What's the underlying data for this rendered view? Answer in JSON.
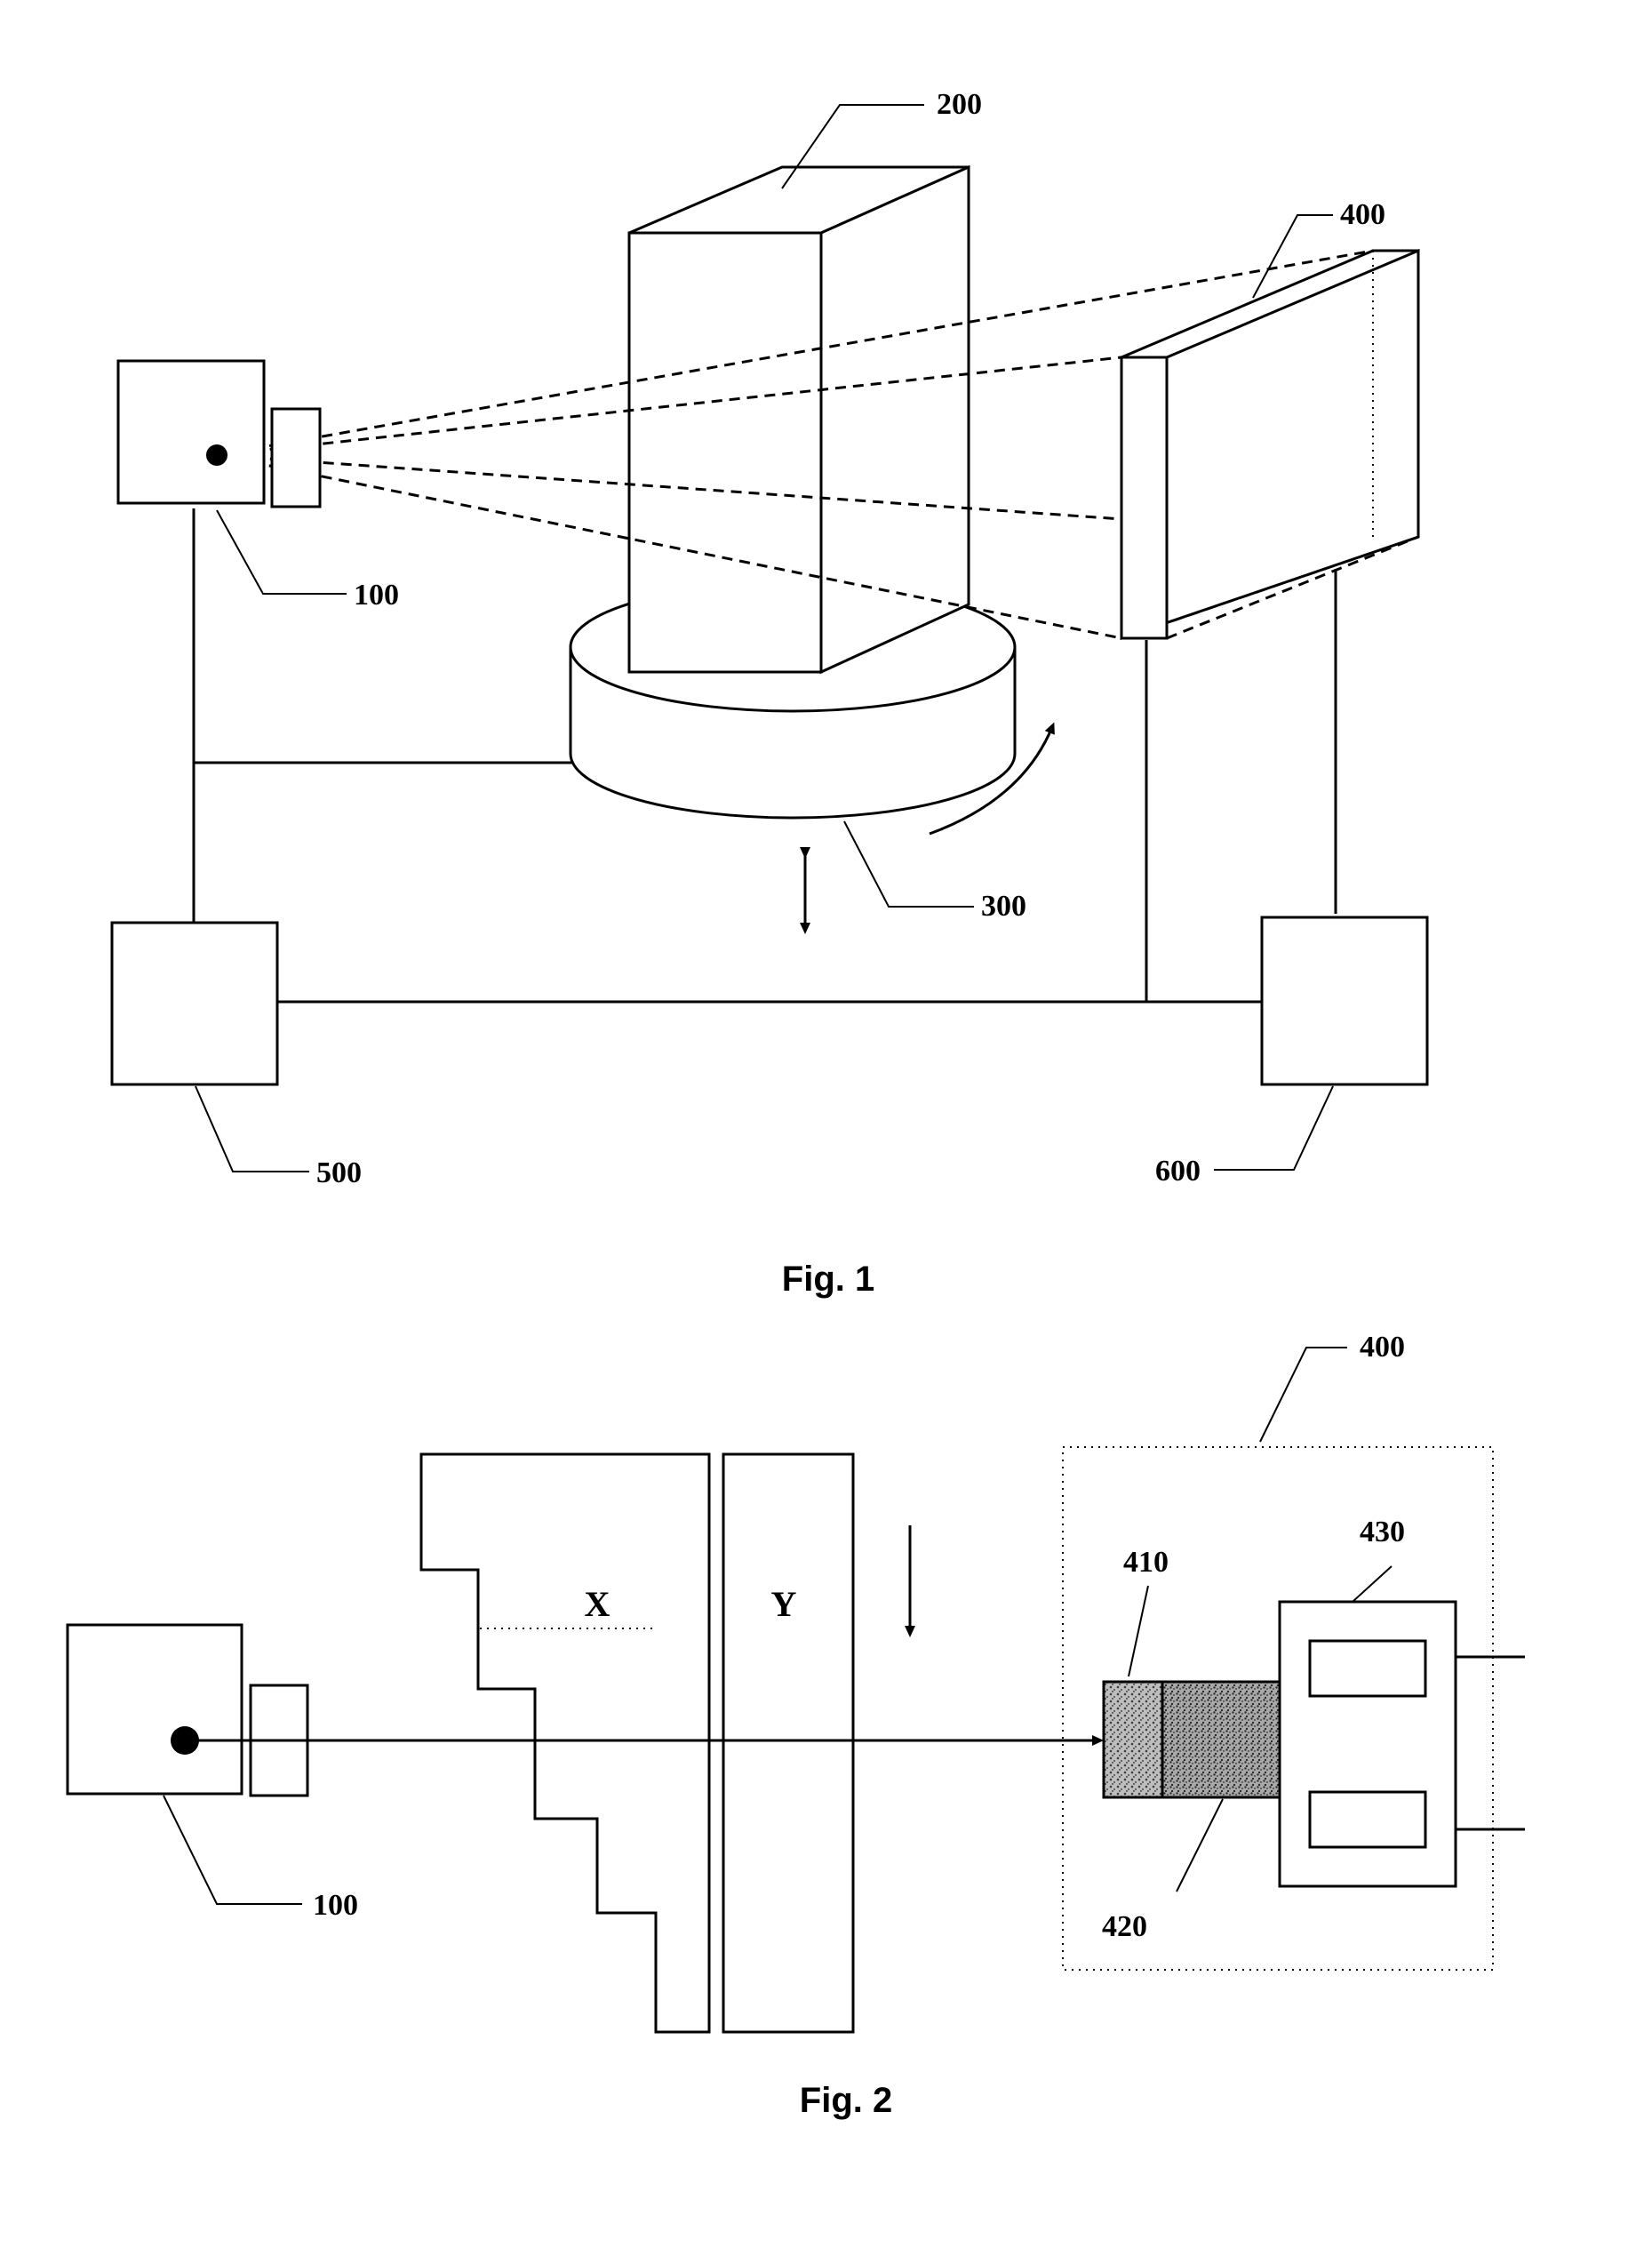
{
  "fig1": {
    "caption": "Fig. 1",
    "labels": {
      "source": "100",
      "object": "200",
      "table": "300",
      "detector": "400",
      "controller_left": "500",
      "controller_right": "600"
    }
  },
  "fig2": {
    "caption": "Fig. 2",
    "labels": {
      "source": "100",
      "detector": "400",
      "first_layer": "410",
      "second_layer": "420",
      "readout": "430",
      "region_x": "X",
      "region_y": "Y"
    }
  },
  "colors": {
    "line": "#000000",
    "background": "#ffffff",
    "shading": "#8a8a8a"
  }
}
